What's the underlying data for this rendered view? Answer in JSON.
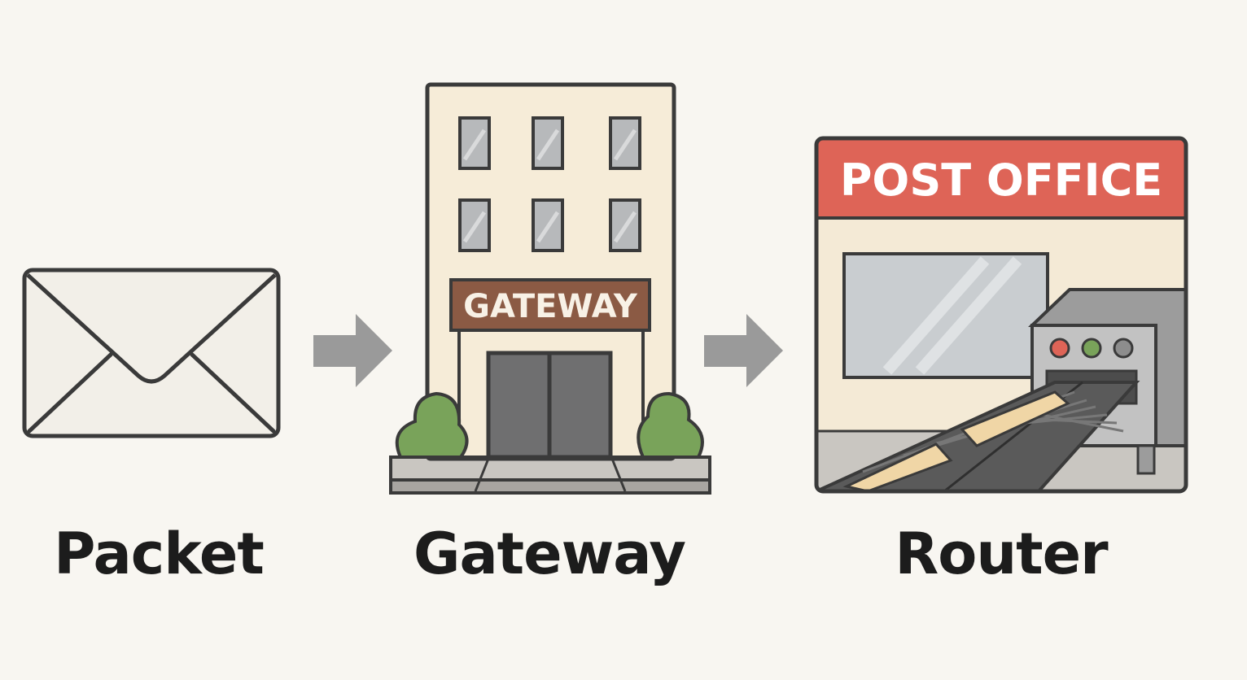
{
  "nodes": [
    {
      "id": "packet",
      "label": "Packet",
      "icon": "envelope-icon"
    },
    {
      "id": "gateway",
      "label": "Gateway",
      "icon": "office-building-icon",
      "sign": "GATEWAY"
    },
    {
      "id": "router",
      "label": "Router",
      "icon": "post-office-icon",
      "sign": "POST OFFICE"
    }
  ],
  "edges": [
    {
      "from": "packet",
      "to": "gateway",
      "icon": "arrow-right-icon"
    },
    {
      "from": "gateway",
      "to": "router",
      "icon": "arrow-right-icon"
    }
  ],
  "colors": {
    "background": "#f8f6f1",
    "outline": "#3a3a3a",
    "arrow": "#9a9a9a",
    "gateway_sign": "#8b5a44",
    "post_office_banner": "#de6457",
    "shrub": "#79a35a",
    "building_wall": "#f6ecd8"
  }
}
